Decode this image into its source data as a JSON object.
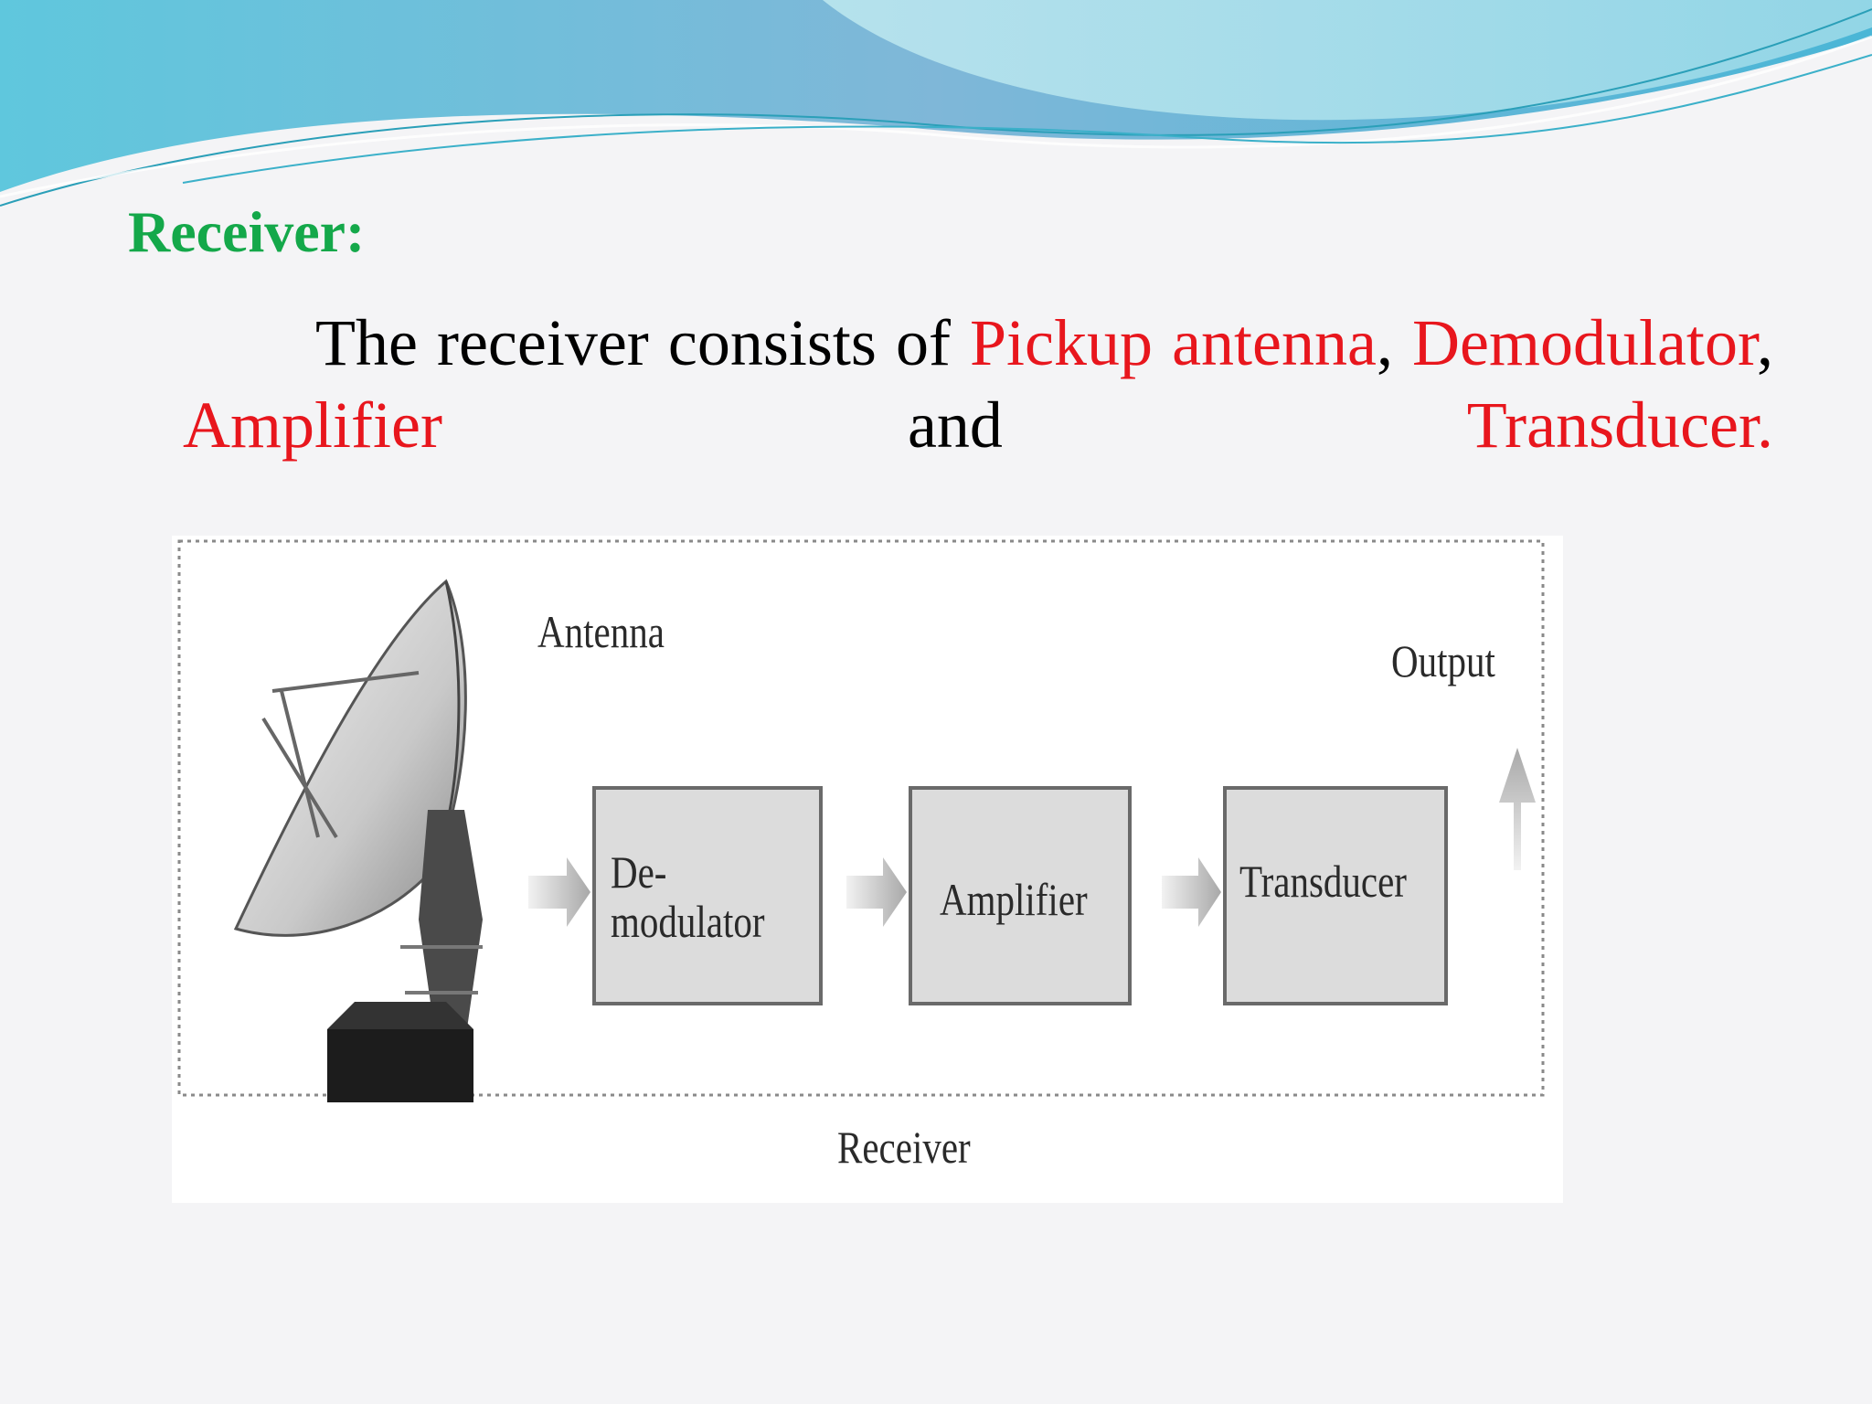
{
  "slide": {
    "heading": "Receiver:",
    "heading_color": "#14a84a",
    "paragraph": {
      "w1": "The",
      "w2": "receiver",
      "w3": "consists",
      "w4": "of",
      "w5": "Pickup",
      "w6": "antenna",
      "w7": ",",
      "w8": "Demodulator",
      "w9": ",",
      "w10": "Amplifier",
      "w11": "and",
      "w12": "Transducer."
    },
    "highlight_color": "#e8161d"
  },
  "diagram": {
    "antenna_label": "Antenna",
    "output_label": "Output",
    "receiver_label": "Receiver",
    "blocks": [
      {
        "line1": "De-",
        "line2": "modulator"
      },
      {
        "label": "Amplifier"
      },
      {
        "label": "Transducer"
      }
    ]
  }
}
